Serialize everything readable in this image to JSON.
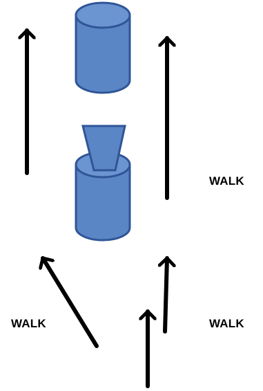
{
  "labels": {
    "walk_right_upper": "WALK",
    "walk_left_lower": "WALK",
    "walk_right_lower": "WALK"
  },
  "colors": {
    "cylinder_fill": "#5a86c6",
    "cylinder_top": "#6b95d0",
    "cylinder_stroke": "#2f5597",
    "arrow": "#000000",
    "background": "#ffffff"
  },
  "icons": {
    "top_shape": "cylinder",
    "bottom_shape": "cylinder-with-funnel",
    "arrows": "upward-arrow"
  }
}
